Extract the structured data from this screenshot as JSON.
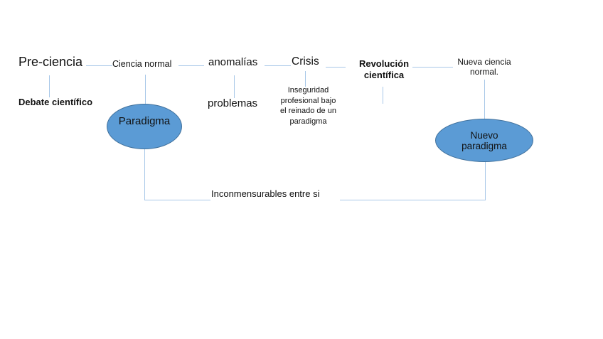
{
  "colors": {
    "connector": "#a8c8e8",
    "node_fill": "#5b9bd5",
    "node_border": "#41719c",
    "text": "#111111",
    "background": "#ffffff"
  },
  "diagram": {
    "stages": [
      {
        "label": "Pre-ciencia"
      },
      {
        "label": "Ciencia normal"
      },
      {
        "label": "anomalías"
      },
      {
        "label": "Crisis"
      },
      {
        "label": "Revolución científica"
      },
      {
        "label": "Nueva ciencia normal."
      }
    ],
    "nodes": [
      {
        "label": "Paradigma"
      },
      {
        "label": "Nuevo paradigma"
      }
    ],
    "annotations": {
      "debate": "Debate científico",
      "problemas": "problemas",
      "inseguridad": "Inseguridad profesional bajo el reinado de un paradigma",
      "inconmensurables": "Inconmensurables entre si"
    }
  }
}
